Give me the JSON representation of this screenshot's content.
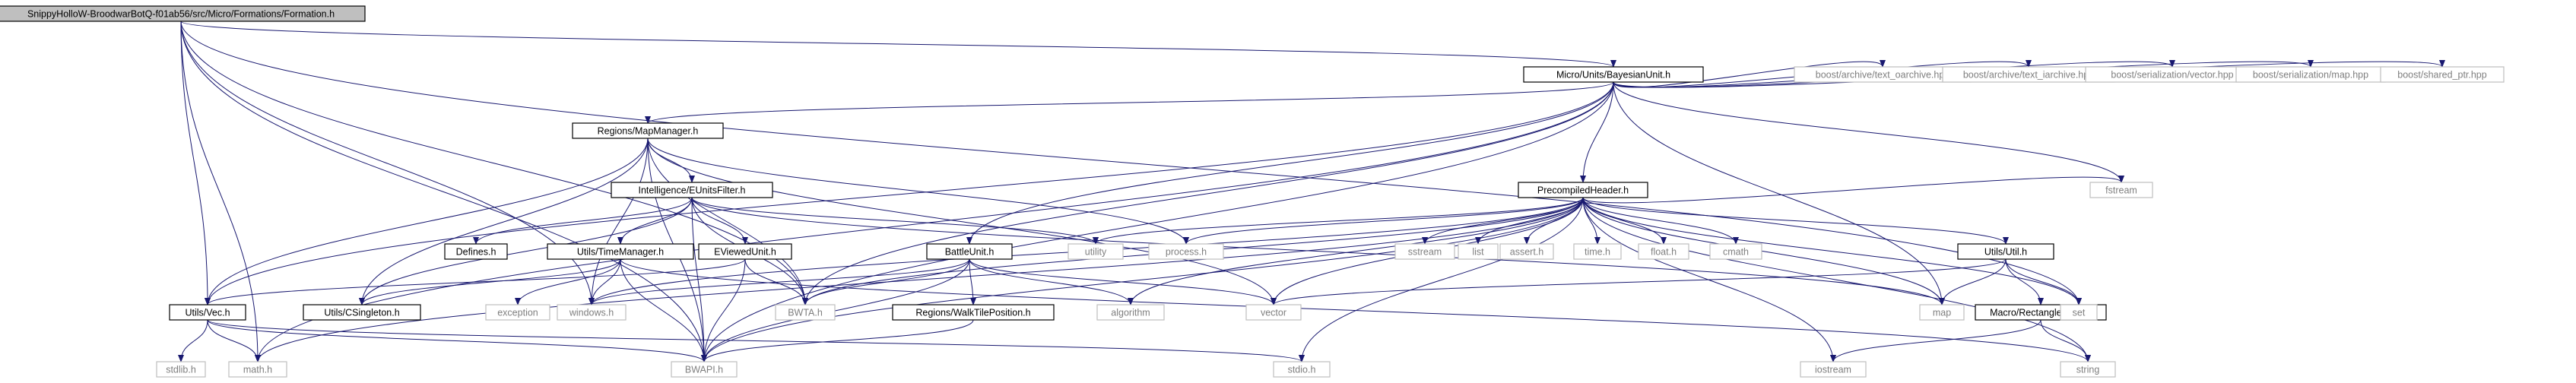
{
  "colors": {
    "edge": "#191970",
    "root_fill": "#bfbfbf",
    "node_border": "#000000",
    "external_border": "#bfbfbf",
    "text": "#000000",
    "external_text": "#7f7f7f"
  },
  "nodes": [
    {
      "id": "root",
      "label": "SnippyHolloW-BroodwarBotQ-f01ab56/src/Micro/Formations/Formation.h",
      "kind": "root"
    },
    {
      "id": "bayes",
      "label": "Micro/Units/BayesianUnit.h",
      "kind": "internal"
    },
    {
      "id": "mapmgr",
      "label": "Regions/MapManager.h",
      "kind": "internal"
    },
    {
      "id": "eunits",
      "label": "Intelligence/EUnitsFilter.h",
      "kind": "internal"
    },
    {
      "id": "defines",
      "label": "Defines.h",
      "kind": "internal"
    },
    {
      "id": "timemgr",
      "label": "Utils/TimeManager.h",
      "kind": "internal"
    },
    {
      "id": "eviewed",
      "label": "EViewedUnit.h",
      "kind": "internal"
    },
    {
      "id": "battle",
      "label": "BattleUnit.h",
      "kind": "internal"
    },
    {
      "id": "walktile",
      "label": "Regions/WalkTilePosition.h",
      "kind": "internal"
    },
    {
      "id": "precomp",
      "label": "PrecompiledHeader.h",
      "kind": "internal"
    },
    {
      "id": "utilsutil",
      "label": "Utils/Util.h",
      "kind": "internal"
    },
    {
      "id": "rectarr",
      "label": "Macro/RectangleArray.h",
      "kind": "internal"
    },
    {
      "id": "vec",
      "label": "Utils/Vec.h",
      "kind": "internal"
    },
    {
      "id": "csingleton",
      "label": "Utils/CSingleton.h",
      "kind": "internal"
    },
    {
      "id": "bwta",
      "label": "BWTA.h",
      "kind": "external"
    },
    {
      "id": "bwapi",
      "label": "BWAPI.h",
      "kind": "external"
    },
    {
      "id": "windows",
      "label": "windows.h",
      "kind": "external"
    },
    {
      "id": "exception",
      "label": "exception",
      "kind": "external"
    },
    {
      "id": "utility",
      "label": "utility",
      "kind": "external"
    },
    {
      "id": "process",
      "label": "process.h",
      "kind": "external"
    },
    {
      "id": "vector",
      "label": "vector",
      "kind": "external"
    },
    {
      "id": "algorithm",
      "label": "algorithm",
      "kind": "external"
    },
    {
      "id": "map",
      "label": "map",
      "kind": "external"
    },
    {
      "id": "set",
      "label": "set",
      "kind": "external"
    },
    {
      "id": "stdlib",
      "label": "stdlib.h",
      "kind": "external"
    },
    {
      "id": "math",
      "label": "math.h",
      "kind": "external"
    },
    {
      "id": "stdio",
      "label": "stdio.h",
      "kind": "external"
    },
    {
      "id": "string",
      "label": "string",
      "kind": "external"
    },
    {
      "id": "iostream",
      "label": "iostream",
      "kind": "external"
    },
    {
      "id": "sstream",
      "label": "sstream",
      "kind": "external"
    },
    {
      "id": "list",
      "label": "list",
      "kind": "external"
    },
    {
      "id": "assert",
      "label": "assert.h",
      "kind": "external"
    },
    {
      "id": "time",
      "label": "time.h",
      "kind": "external"
    },
    {
      "id": "float",
      "label": "float.h",
      "kind": "external"
    },
    {
      "id": "cmath",
      "label": "cmath",
      "kind": "external"
    },
    {
      "id": "fstream",
      "label": "fstream",
      "kind": "external"
    },
    {
      "id": "toarch",
      "label": "boost/archive/text_oarchive.hpp",
      "kind": "external"
    },
    {
      "id": "tiarch",
      "label": "boost/archive/text_iarchive.hpp",
      "kind": "external"
    },
    {
      "id": "bvector",
      "label": "boost/serialization/vector.hpp",
      "kind": "external"
    },
    {
      "id": "bmap",
      "label": "boost/serialization/map.hpp",
      "kind": "external"
    },
    {
      "id": "sharedptr",
      "label": "boost/shared_ptr.hpp",
      "kind": "external"
    }
  ],
  "edges": [
    [
      "root",
      "bayes"
    ],
    [
      "root",
      "vec"
    ],
    [
      "root",
      "windows"
    ],
    [
      "root",
      "bwta"
    ],
    [
      "root",
      "math"
    ],
    [
      "root",
      "bwapi"
    ],
    [
      "root",
      "set"
    ],
    [
      "bayes",
      "mapmgr"
    ],
    [
      "bayes",
      "battle"
    ],
    [
      "bayes",
      "precomp"
    ],
    [
      "bayes",
      "vec"
    ],
    [
      "bayes",
      "bwta"
    ],
    [
      "bayes",
      "math"
    ],
    [
      "bayes",
      "toarch"
    ],
    [
      "bayes",
      "tiarch"
    ],
    [
      "bayes",
      "bvector"
    ],
    [
      "bayes",
      "bmap"
    ],
    [
      "bayes",
      "sharedptr"
    ],
    [
      "bayes",
      "fstream"
    ],
    [
      "bayes",
      "map"
    ],
    [
      "bayes",
      "bwapi"
    ],
    [
      "mapmgr",
      "eunits"
    ],
    [
      "mapmgr",
      "vec"
    ],
    [
      "mapmgr",
      "csingleton"
    ],
    [
      "mapmgr",
      "windows"
    ],
    [
      "mapmgr",
      "bwta"
    ],
    [
      "mapmgr",
      "bwapi"
    ],
    [
      "mapmgr",
      "process"
    ],
    [
      "mapmgr",
      "vector"
    ],
    [
      "eunits",
      "defines"
    ],
    [
      "eunits",
      "timemgr"
    ],
    [
      "eunits",
      "eviewed"
    ],
    [
      "eunits",
      "csingleton"
    ],
    [
      "eunits",
      "bwta"
    ],
    [
      "eunits",
      "bwapi"
    ],
    [
      "eunits",
      "utility"
    ],
    [
      "eunits",
      "map"
    ],
    [
      "timemgr",
      "csingleton"
    ],
    [
      "timemgr",
      "windows"
    ],
    [
      "timemgr",
      "exception"
    ],
    [
      "timemgr",
      "bwapi"
    ],
    [
      "timemgr",
      "string"
    ],
    [
      "eviewed",
      "vec"
    ],
    [
      "eviewed",
      "bwta"
    ],
    [
      "eviewed",
      "bwapi"
    ],
    [
      "battle",
      "walktile"
    ],
    [
      "battle",
      "windows"
    ],
    [
      "battle",
      "bwta"
    ],
    [
      "battle",
      "bwapi"
    ],
    [
      "battle",
      "algorithm"
    ],
    [
      "battle",
      "vector"
    ],
    [
      "walktile",
      "bwapi"
    ],
    [
      "precomp",
      "utility"
    ],
    [
      "precomp",
      "process"
    ],
    [
      "precomp",
      "sstream"
    ],
    [
      "precomp",
      "list"
    ],
    [
      "precomp",
      "assert"
    ],
    [
      "precomp",
      "time"
    ],
    [
      "precomp",
      "float"
    ],
    [
      "precomp",
      "cmath"
    ],
    [
      "precomp",
      "fstream"
    ],
    [
      "precomp",
      "utilsutil"
    ],
    [
      "precomp",
      "vector"
    ],
    [
      "precomp",
      "algorithm"
    ],
    [
      "precomp",
      "map"
    ],
    [
      "precomp",
      "set"
    ],
    [
      "precomp",
      "string"
    ],
    [
      "precomp",
      "iostream"
    ],
    [
      "precomp",
      "stdio"
    ],
    [
      "precomp",
      "math"
    ],
    [
      "precomp",
      "bwapi"
    ],
    [
      "precomp",
      "bwta"
    ],
    [
      "precomp",
      "windows"
    ],
    [
      "utilsutil",
      "rectarr"
    ],
    [
      "utilsutil",
      "vector"
    ],
    [
      "utilsutil",
      "map"
    ],
    [
      "utilsutil",
      "set"
    ],
    [
      "rectarr",
      "string"
    ],
    [
      "rectarr",
      "iostream"
    ],
    [
      "vec",
      "stdlib"
    ],
    [
      "vec",
      "math"
    ],
    [
      "vec",
      "bwapi"
    ],
    [
      "vec",
      "stdio"
    ]
  ]
}
